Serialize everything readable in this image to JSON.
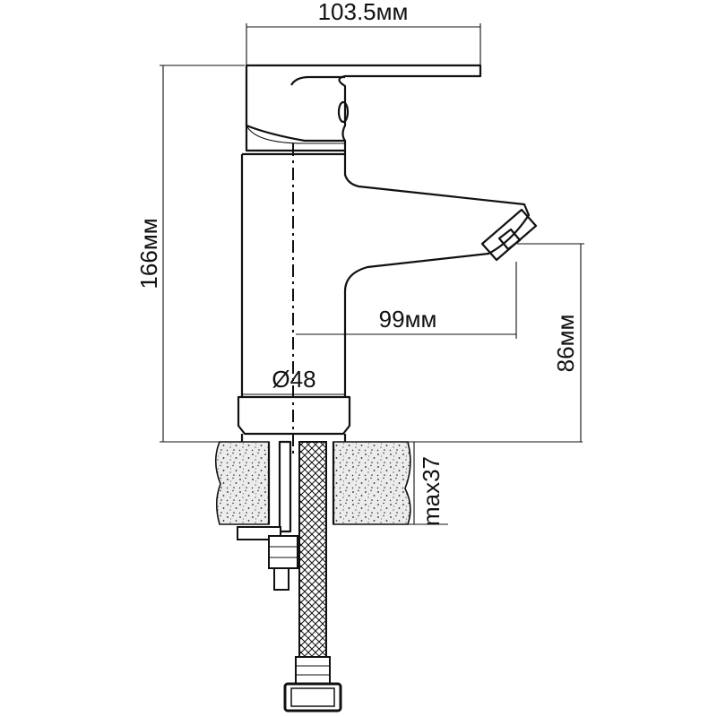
{
  "dimensions": {
    "width_label": "103.5мм",
    "height_label": "166мм",
    "reach_label": "99мм",
    "spout_height_label": "86мм",
    "diameter_label": "Ø48",
    "countertop_label": "max37"
  },
  "colors": {
    "line": "#111111",
    "background": "#ffffff",
    "stone_fill": "#e6e6e6"
  }
}
